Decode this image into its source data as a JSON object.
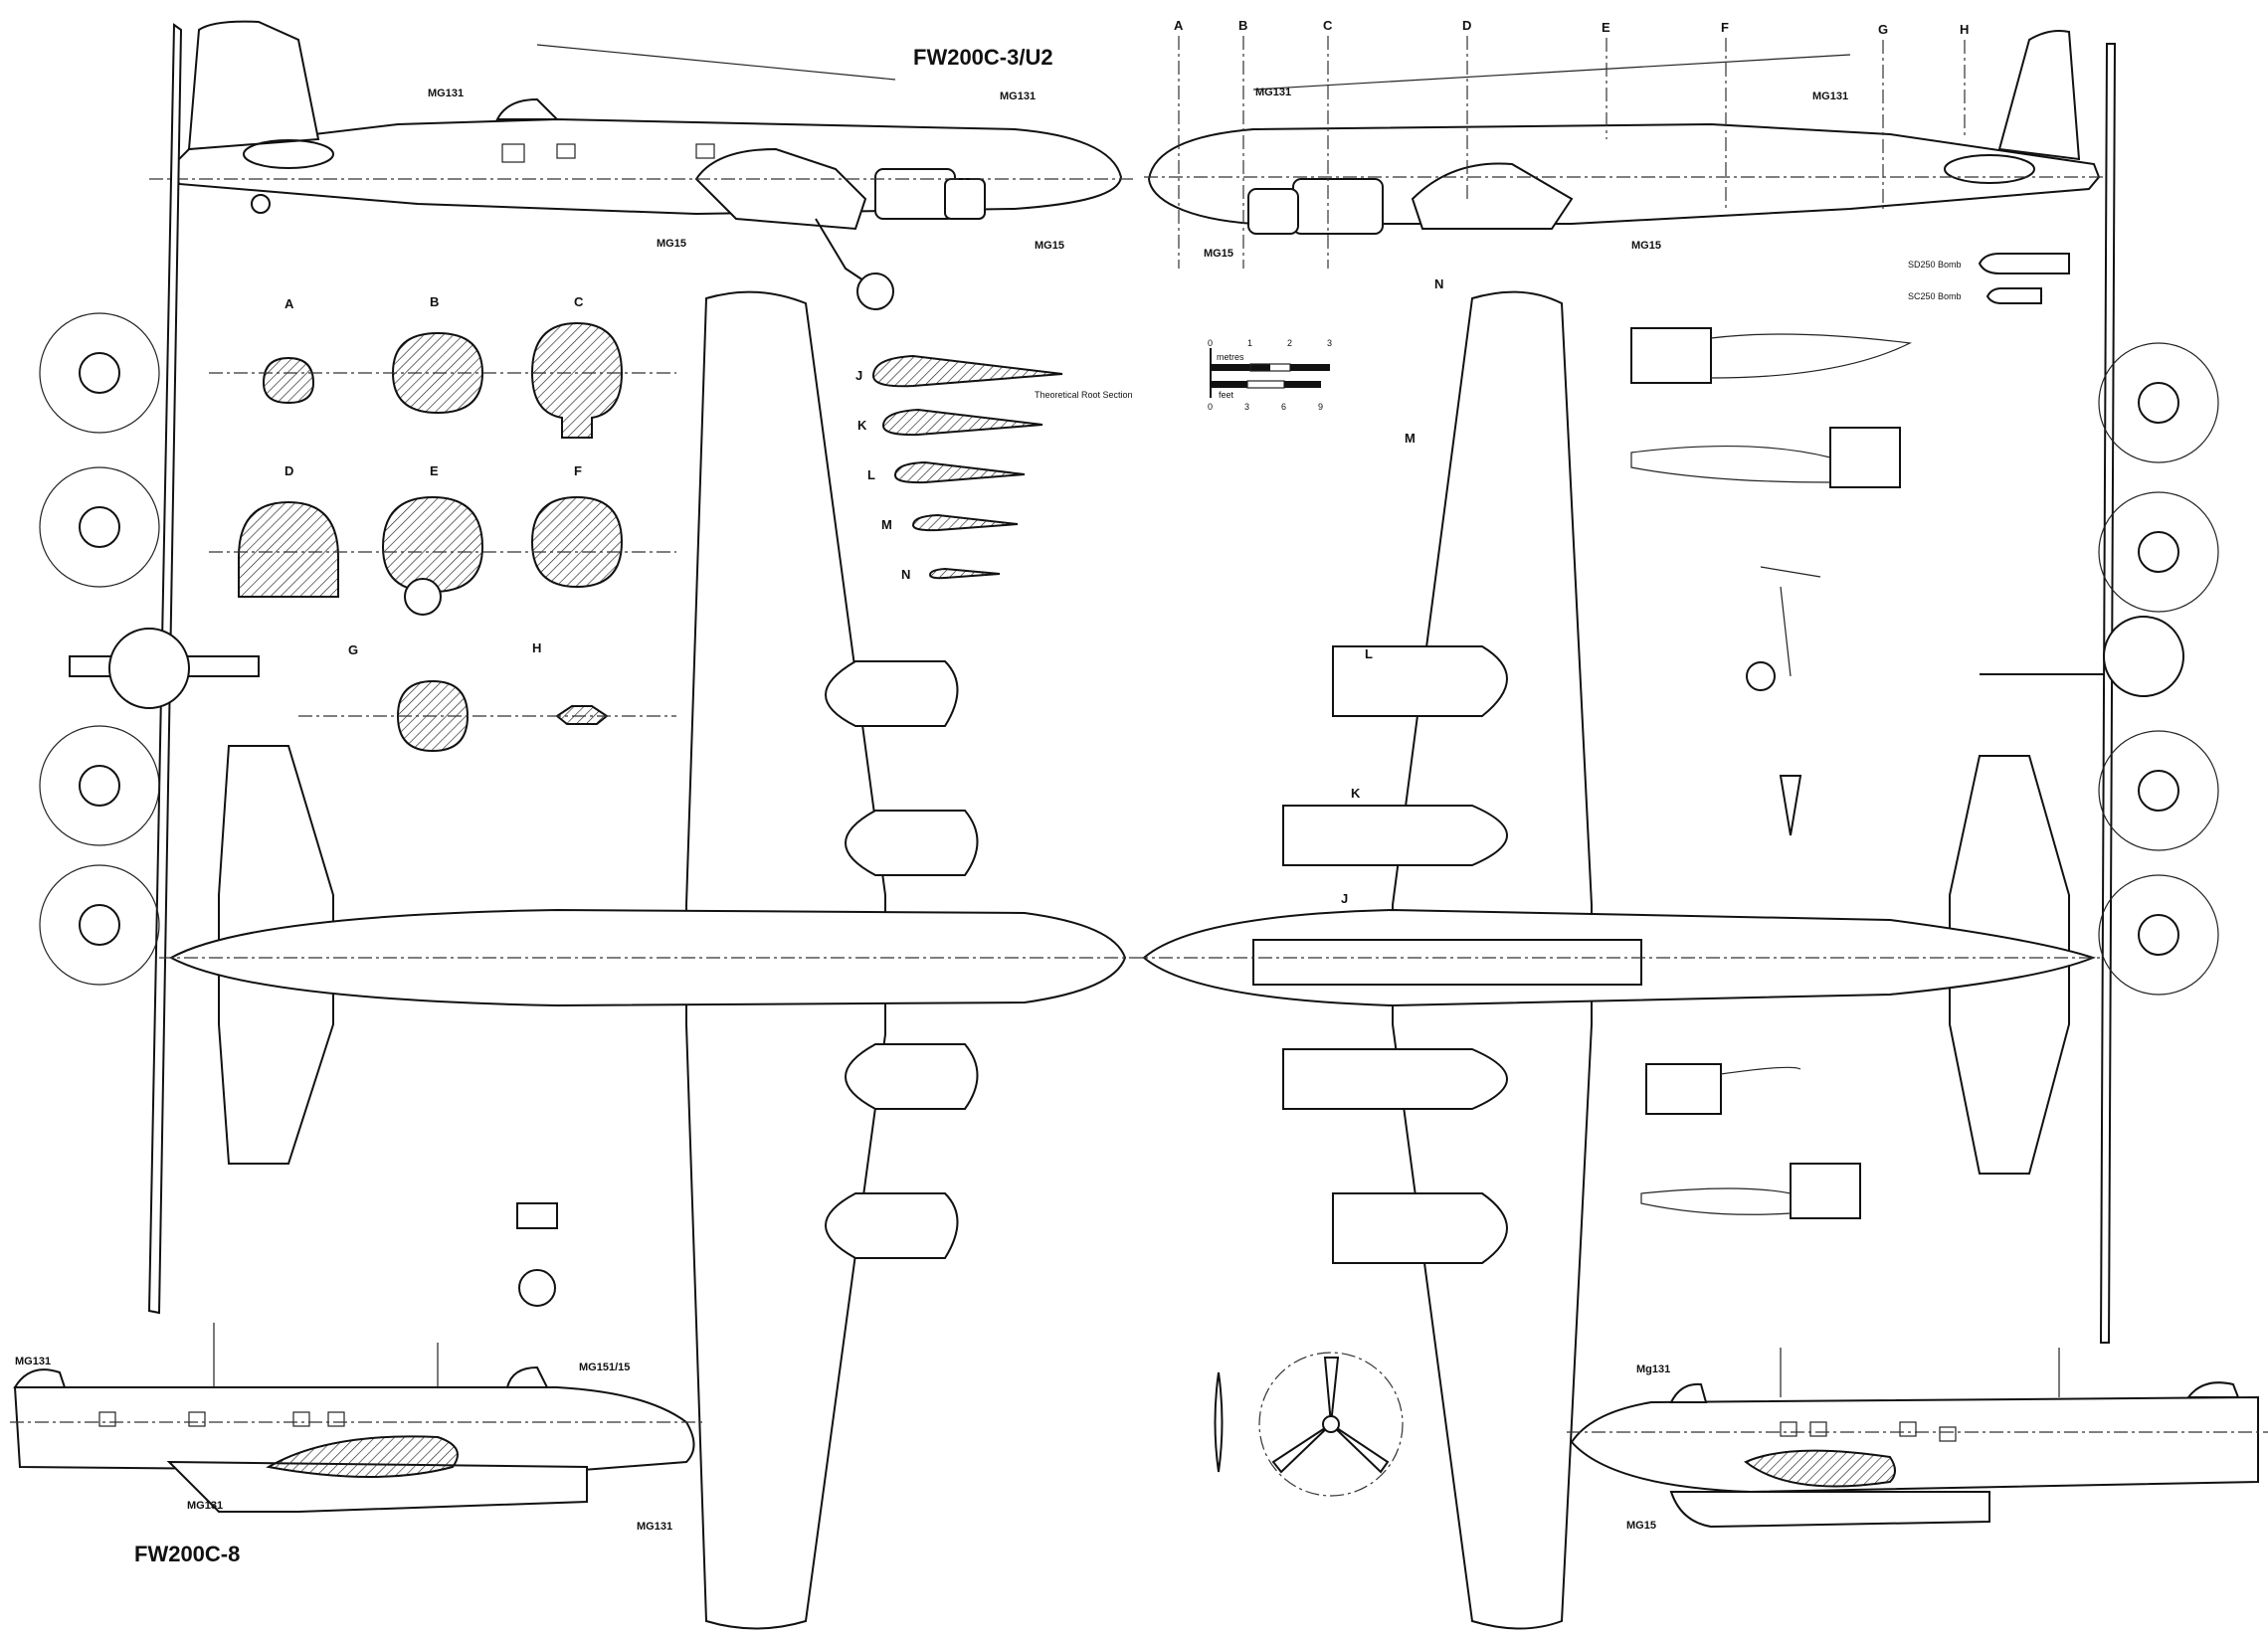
{
  "titles": {
    "top": "FW200C-3/U2",
    "bottom": "FW200C-8"
  },
  "top_left_side": {
    "gun_labels": [
      "MG131",
      "MG131",
      "MG15",
      "MG15"
    ]
  },
  "top_right_side": {
    "stations": [
      "A",
      "B",
      "C",
      "D",
      "E",
      "F",
      "G",
      "H"
    ],
    "gun_labels": [
      "MG131",
      "MG131",
      "MG15",
      "MG15"
    ]
  },
  "bombs": {
    "sd250": "SD250 Bomb",
    "sc250": "SC250 Bomb"
  },
  "cross_sections": {
    "labels": [
      "A",
      "B",
      "C",
      "D",
      "E",
      "F",
      "G",
      "H"
    ]
  },
  "airfoils": {
    "labels": [
      "J",
      "K",
      "L",
      "M",
      "N"
    ],
    "note": "Theoretical Root Section"
  },
  "scale": {
    "metres_label": "metres",
    "metres_ticks": [
      "0",
      "1",
      "2",
      "3"
    ],
    "feet_label": "feet",
    "feet_ticks": [
      "0",
      "3",
      "6",
      "9"
    ]
  },
  "underside": {
    "section_markers": [
      "N",
      "M",
      "L",
      "K",
      "J"
    ]
  },
  "bottom_left_side": {
    "gun_labels": [
      "MG131",
      "MG151/15",
      "MG131",
      "MG131"
    ]
  },
  "bottom_right_side": {
    "gun_labels": [
      "Mg131",
      "MG15"
    ]
  }
}
